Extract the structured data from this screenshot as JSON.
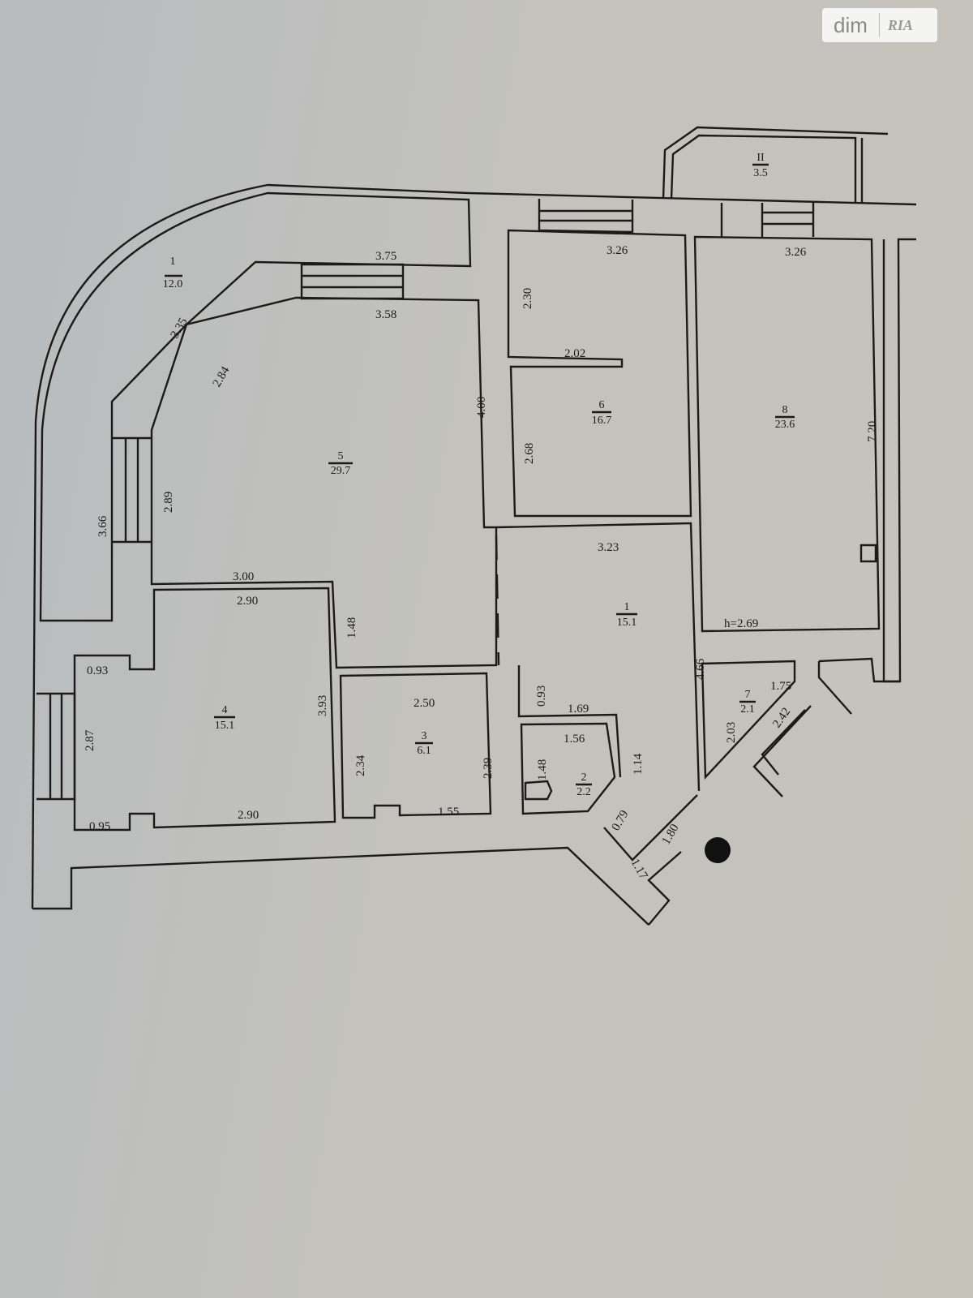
{
  "watermark": {
    "left": "dim",
    "right": "RIA"
  },
  "rooms": [
    {
      "num": "1",
      "area": "12.0"
    },
    {
      "num": "5",
      "area": "29.7"
    },
    {
      "num": "6",
      "area": "16.7"
    },
    {
      "num": "8",
      "area": "23.6"
    },
    {
      "num": "II",
      "area": "3.5"
    },
    {
      "num": "1",
      "area": "15.1"
    },
    {
      "num": "4",
      "area": "15.1"
    },
    {
      "num": "3",
      "area": "6.1"
    },
    {
      "num": "2",
      "area": "2.2"
    },
    {
      "num": "7",
      "area": "2.1"
    }
  ],
  "height_note": "h=2.69",
  "dims": {
    "d375": "3.75",
    "d358": "3.58",
    "d335": "3.35",
    "d284": "2.84",
    "d400": "4.00",
    "d289": "2.89",
    "d366": "3.66",
    "d300": "3.00",
    "d290a": "2.90",
    "d148a": "1.48",
    "d093a": "0.93",
    "d393": "3.93",
    "d287": "2.87",
    "d290b": "2.90",
    "d095": "0.95",
    "d250": "2.50",
    "d234": "2.34",
    "d239": "2.39",
    "d155": "1.55",
    "d326a": "3.26",
    "d230": "2.30",
    "d202": "2.02",
    "d268": "2.68",
    "d326b": "3.26",
    "d720": "7.20",
    "d323": "3.23",
    "d466": "4.66",
    "d093b": "0.93",
    "d169": "1.69",
    "d156": "1.56",
    "d148b": "1.48",
    "d114": "1.14",
    "d079": "0.79",
    "d117": "1.17",
    "d180": "1.80",
    "d175": "1.75",
    "d203": "2.03",
    "d242": "2.42"
  }
}
